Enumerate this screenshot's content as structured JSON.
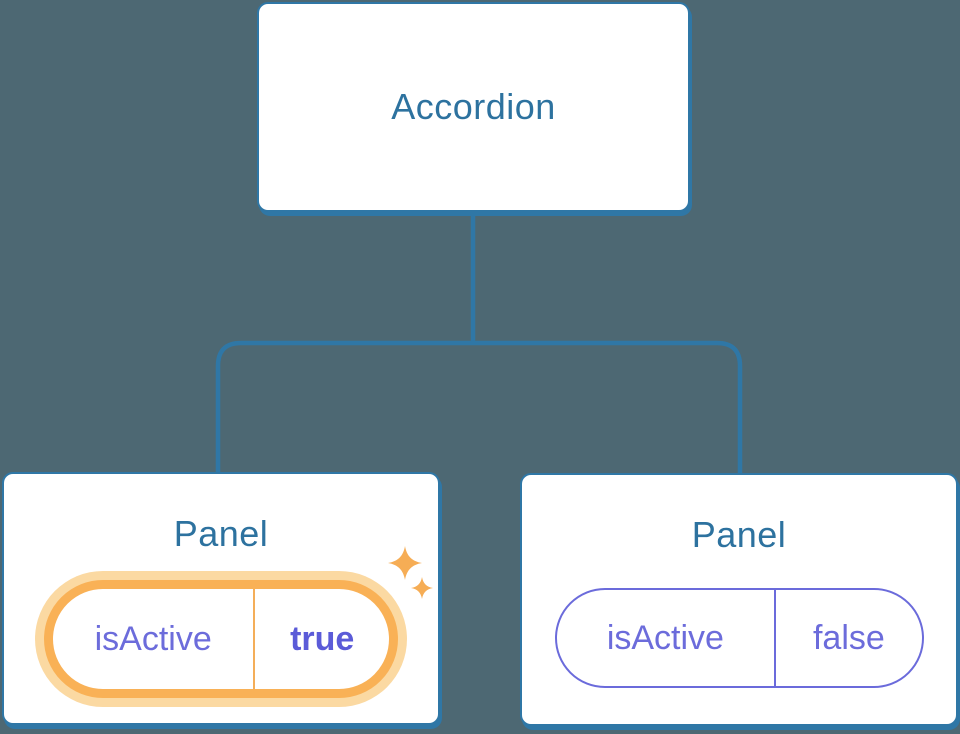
{
  "diagram": {
    "root": {
      "label": "Accordion"
    },
    "panels": [
      {
        "title": "Panel",
        "prop": {
          "name": "isActive",
          "value": "true"
        },
        "highlighted": true,
        "icon": "sparkles-icon"
      },
      {
        "title": "Panel",
        "prop": {
          "name": "isActive",
          "value": "false"
        },
        "highlighted": false
      }
    ],
    "colors": {
      "background": "#4d6873",
      "connector_blue": "#2f77a6",
      "node_text_blue": "#2d729f",
      "state_purple": "#6c6cdb",
      "state_value_purple": "#5b5bd8",
      "highlight_orange": "#f9b156",
      "highlight_glow": "#fbd9a2",
      "sparkle_orange": "#f6ad55"
    }
  }
}
